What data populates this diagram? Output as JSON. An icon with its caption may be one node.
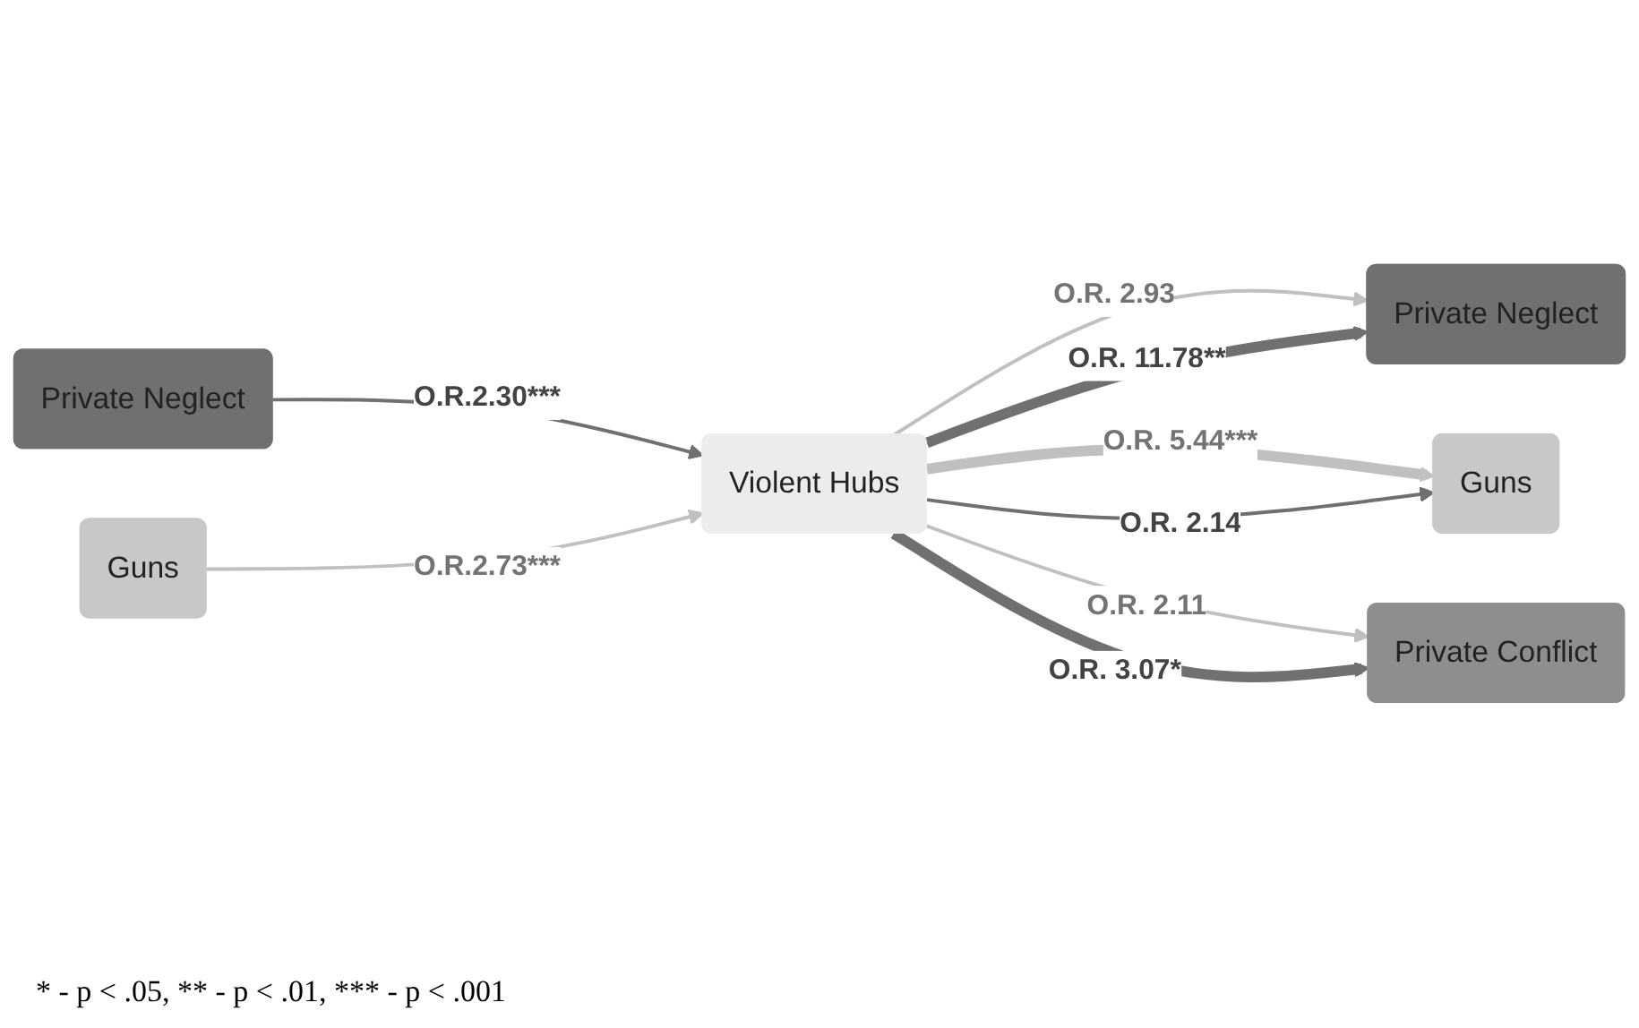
{
  "diagram": {
    "nodes": [
      {
        "text": [
          "Private Neglect"
        ]
      },
      {
        "text": [
          "Guns"
        ]
      },
      {
        "text": [
          "Violent Hubs"
        ]
      },
      {
        "text": [
          "Private Neglect"
        ]
      },
      {
        "text": [
          "Guns"
        ]
      },
      {
        "text": [
          "Private Conflict"
        ]
      }
    ],
    "edges": [
      {
        "from": 0,
        "to": 2,
        "arrow": "to",
        "label": "O.R.2.30***",
        "color": "#707070"
      },
      {
        "from": 1,
        "to": 2,
        "arrow": "to",
        "label": "O.R.2.73***",
        "color": "#c0c0c0"
      },
      {
        "from": 2,
        "to": 3,
        "arrow": "to",
        "label": "O.R. 2.93",
        "color": "#c0c0c0"
      },
      {
        "from": 2,
        "to": 3,
        "arrow": "to",
        "label": "O.R. 11.78**",
        "style": "thick",
        "color": "#707070"
      },
      {
        "from": 2,
        "to": 4,
        "arrow": "to",
        "label": "O.R. 5.44***",
        "style": "thick",
        "color": "#c0c0c0"
      },
      {
        "from": 2,
        "to": 4,
        "arrow": "to",
        "label": "O.R. 2.14",
        "color": "#707070"
      },
      {
        "from": 2,
        "to": 5,
        "arrow": "to",
        "label": "O.R. 2.11",
        "color": "#c0c0c0"
      },
      {
        "from": 2,
        "to": 5,
        "arrow": "to",
        "label": "O.R. 3.07*",
        "style": "thick",
        "color": "#707070"
      }
    ],
    "labels": [
      "* - p < .05, ** - p < .01, *** - p < .001"
    ]
  }
}
